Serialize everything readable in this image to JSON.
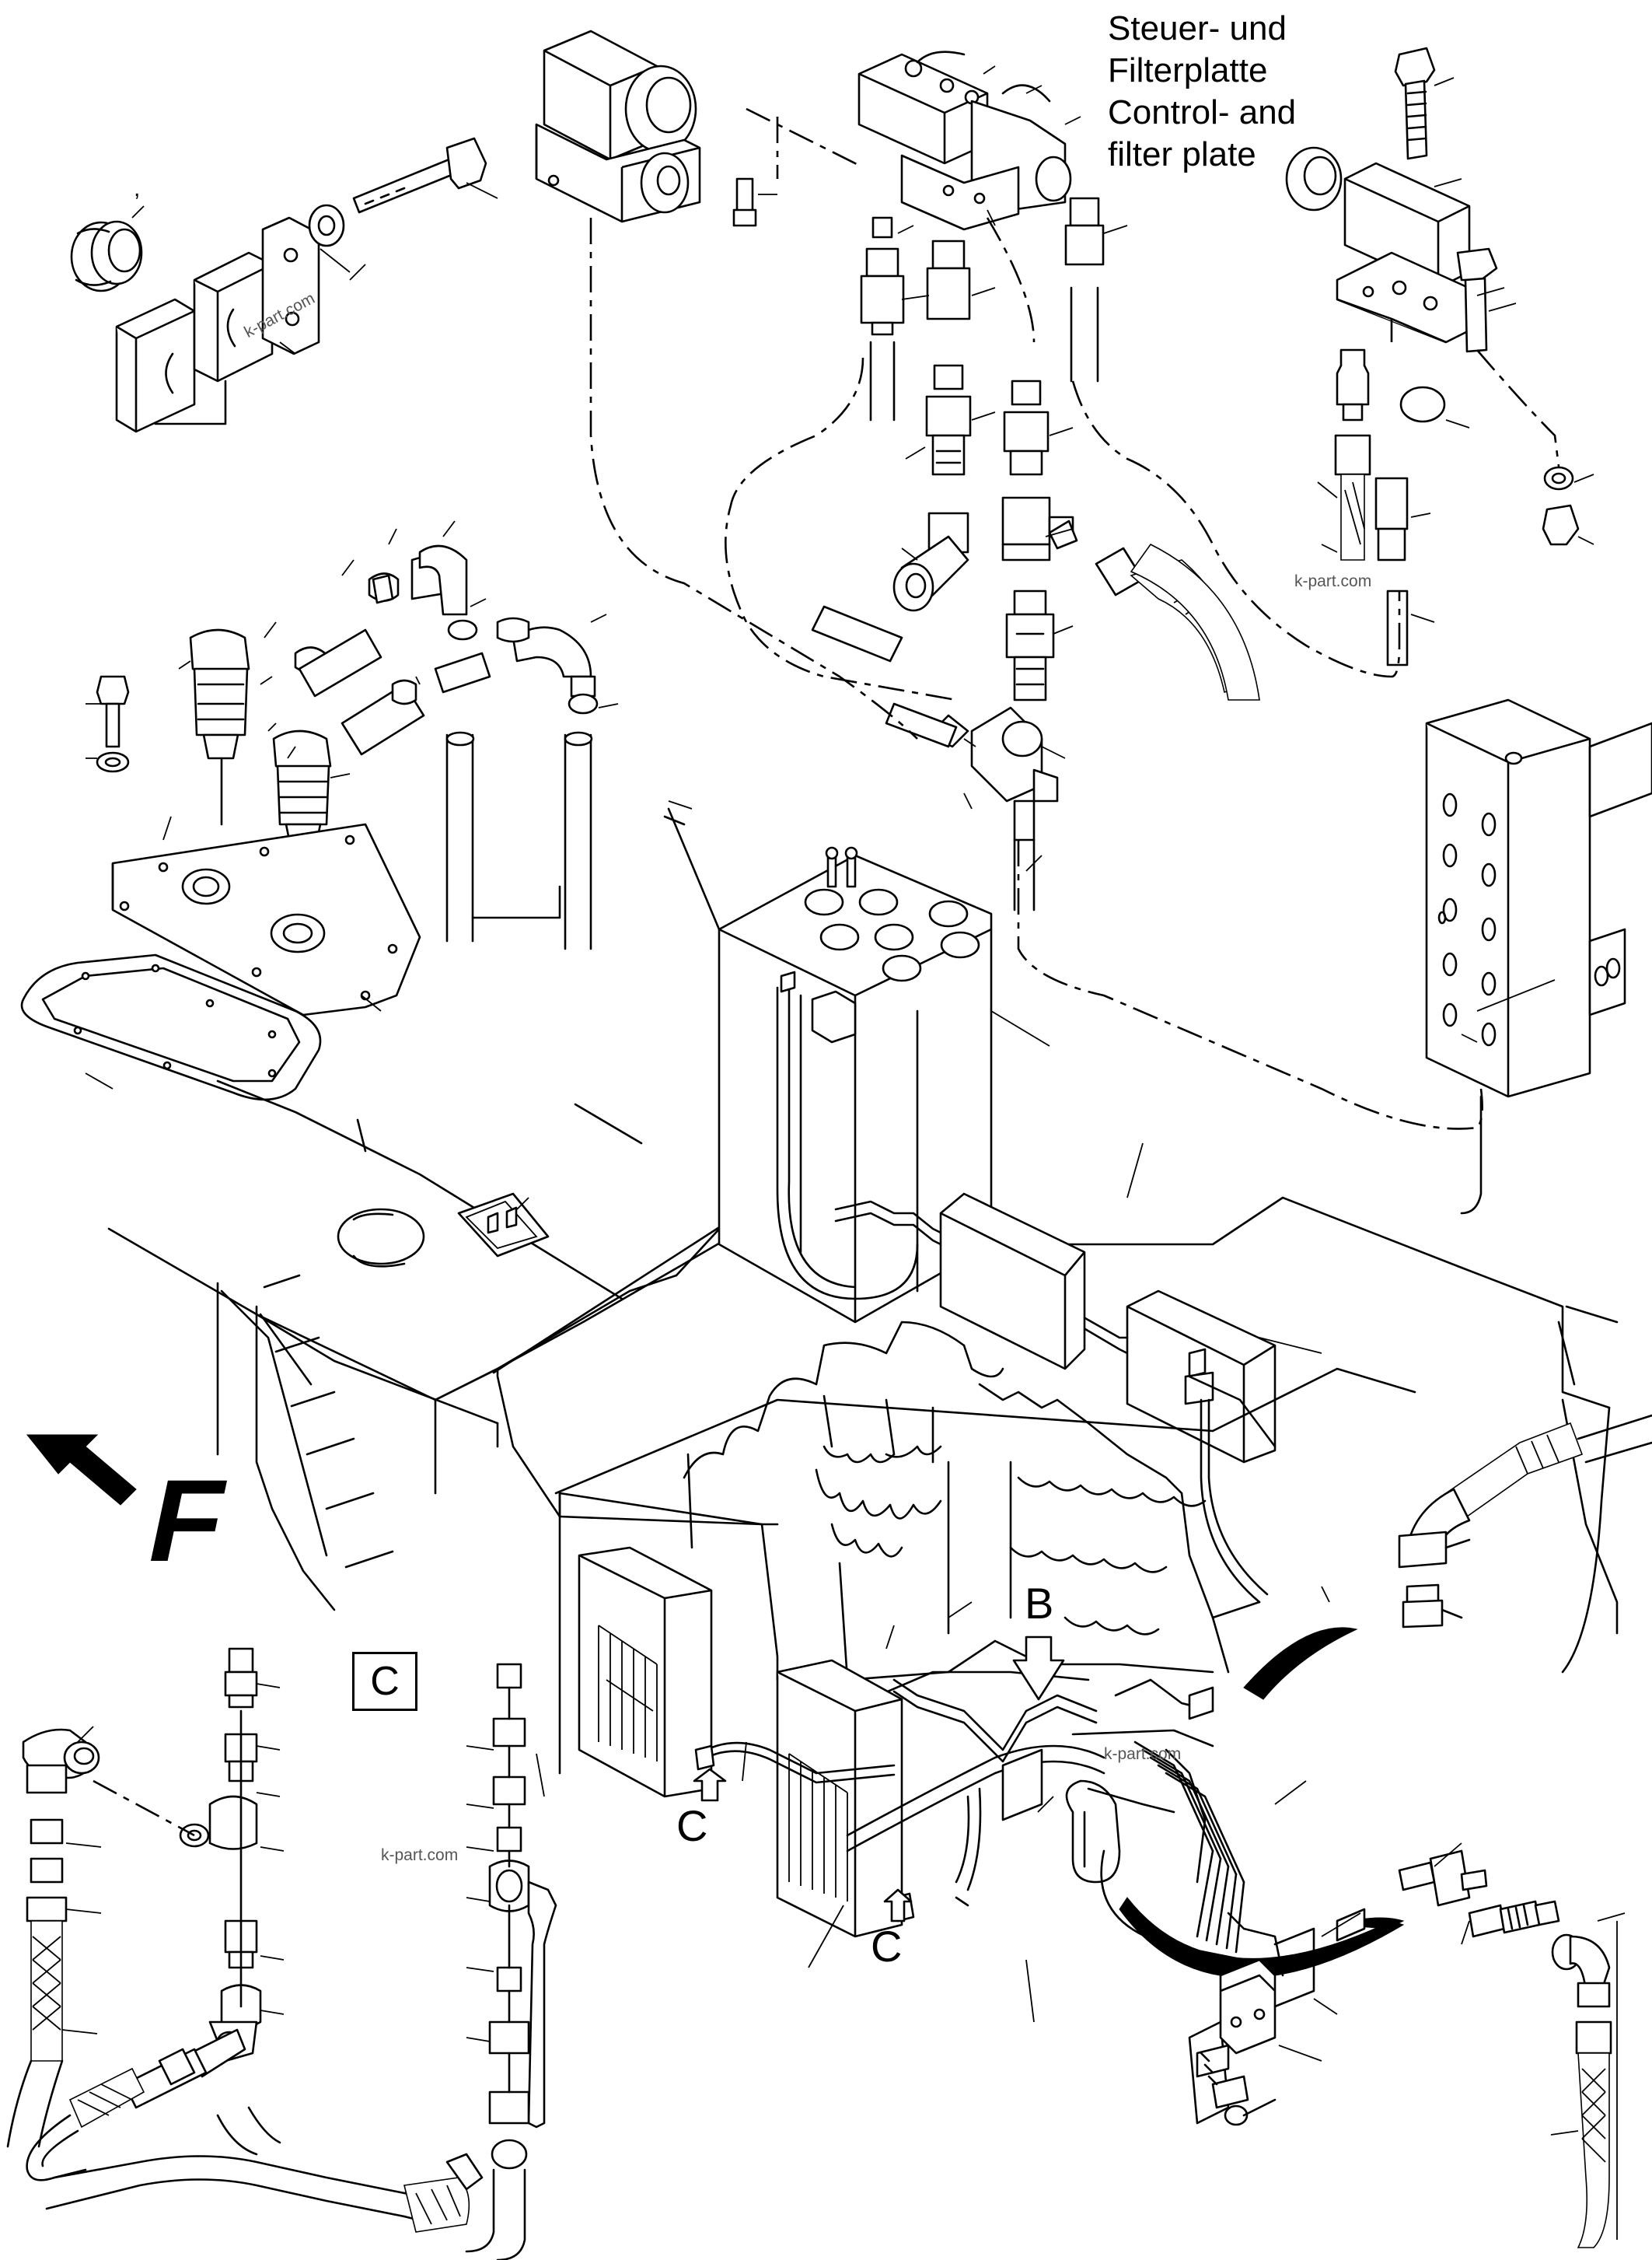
{
  "title_block": {
    "line1": "Steuer- und",
    "line2": "Filterplatte",
    "line3": "Control- and",
    "line4": "filter plate"
  },
  "view_labels": {
    "b": "B",
    "c_left": "C",
    "c_right": "C",
    "c_box": "C"
  },
  "direction_label": "F",
  "stray_mark": ",",
  "watermarks": [
    "k-part.com",
    "k-part.com",
    "k-part.com",
    "k-part.com"
  ]
}
